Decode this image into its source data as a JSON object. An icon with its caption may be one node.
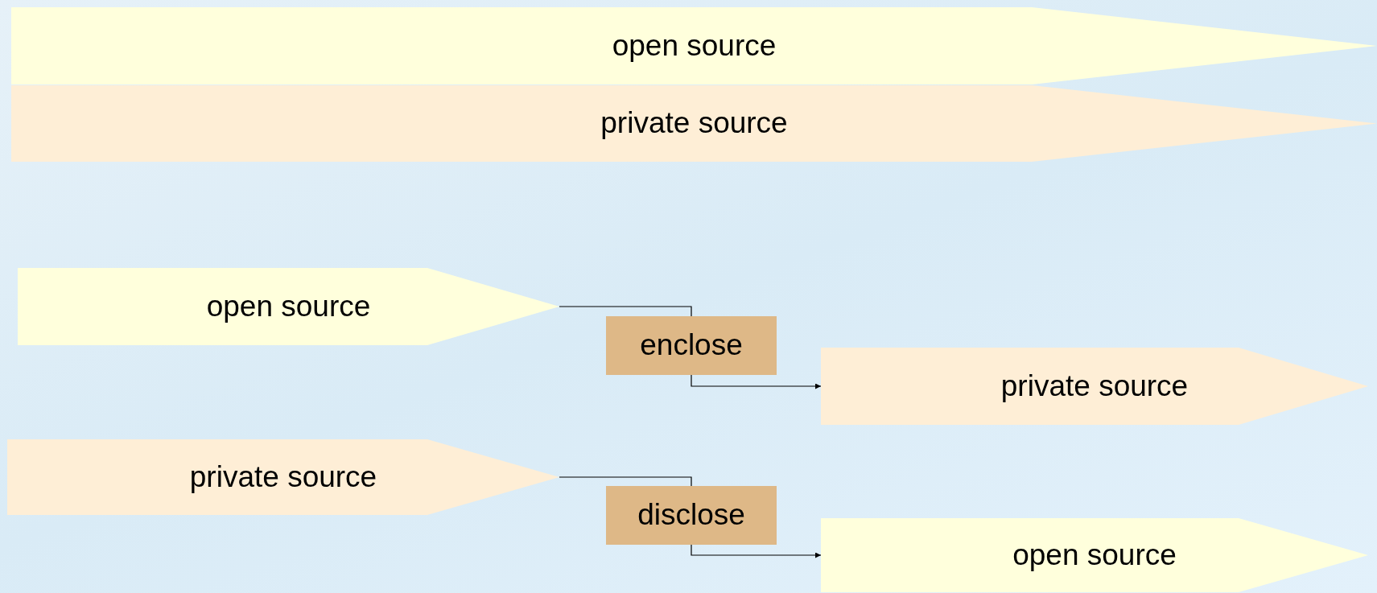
{
  "diagram": {
    "nodes": [
      {
        "text": [
          "open source"
        ]
      },
      {
        "text": [
          "private source"
        ]
      },
      {
        "text": [
          "open source"
        ]
      },
      {
        "text": [
          "enclose"
        ]
      },
      {
        "text": [
          "private source"
        ]
      },
      {
        "text": [
          "private source"
        ]
      },
      {
        "text": [
          "disclose"
        ]
      },
      {
        "text": [
          "open source"
        ]
      }
    ],
    "edges": [
      {
        "from": 2,
        "to": 3,
        "arrow": "none"
      },
      {
        "from": 3,
        "to": 4,
        "arrow": "to"
      },
      {
        "from": 5,
        "to": 6,
        "arrow": "none"
      },
      {
        "from": 6,
        "to": 7,
        "arrow": "to"
      }
    ]
  }
}
